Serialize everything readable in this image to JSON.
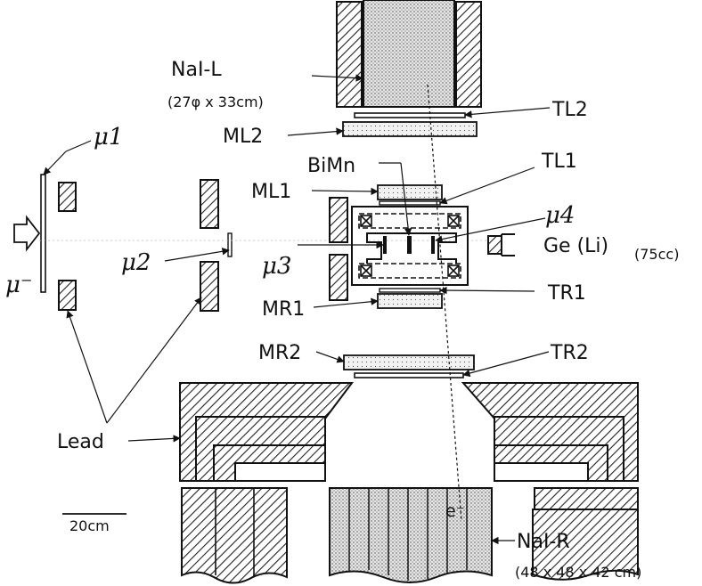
{
  "labels": {
    "nai_l": "NaI-L",
    "nai_l_dim": "(27φ x 33cm)",
    "tl2": "TL2",
    "ml2": "ML2",
    "bimn": "BiMn",
    "tl1": "TL1",
    "ml1": "ML1",
    "mu1": "μ1",
    "mu4": "μ4",
    "mu2": "μ2",
    "mu3": "μ3",
    "mu_minus": "μ⁻",
    "ge_li": "Ge (Li)",
    "ge_li_vol": "(75cc)",
    "tr1": "TR1",
    "mr1": "MR1",
    "mr2": "MR2",
    "tr2": "TR2",
    "lead": "Lead",
    "scale": "20cm",
    "electron": "e⁻",
    "nai_r": "NaI-R",
    "nai_r_dim": "(48 x 48 x 42 cm)"
  }
}
